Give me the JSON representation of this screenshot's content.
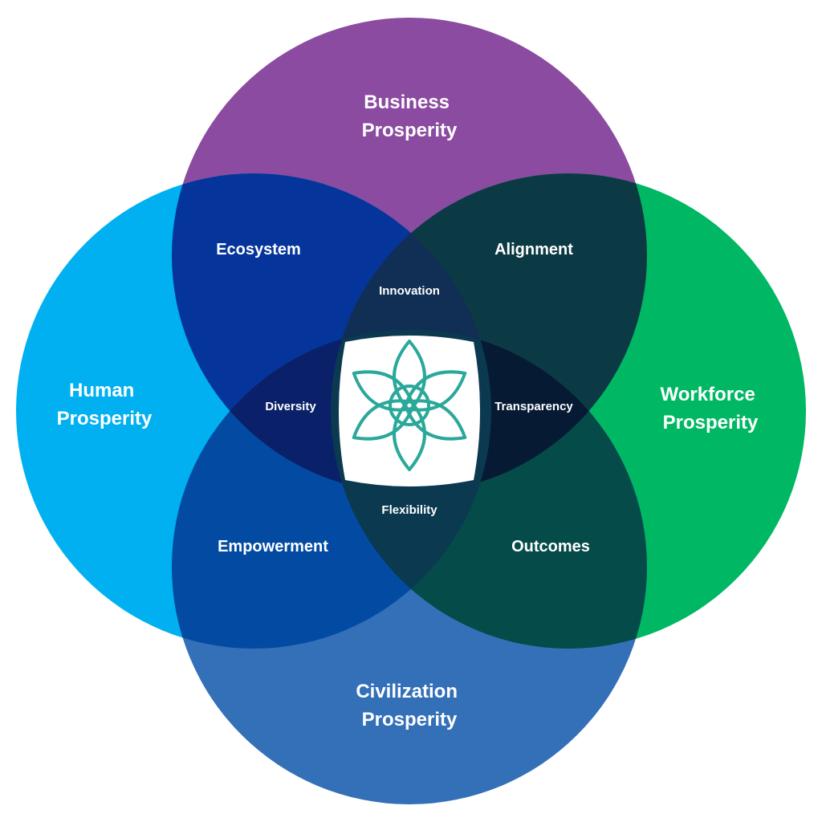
{
  "colors": {
    "business": "#8b4ba0",
    "human": "#00b0f0",
    "workforce": "#00b864",
    "civilization": "#3470b8",
    "ecosystem": "#05359a",
    "alignment": "#0c3a44",
    "empowerment": "#034ba2",
    "outcomes": "#054b4a",
    "innovation": "#112e54",
    "diversity": "#0a2069",
    "transparency": "#061a34",
    "flexibility": "#0b3950",
    "center_bg": "#ffffff",
    "logo": "#2aa89a"
  },
  "logo_icon": "lotus-icon",
  "circles": {
    "business": {
      "line1": "Business",
      "line2": "Prosperity"
    },
    "human": {
      "line1": "Human",
      "line2": "Prosperity"
    },
    "workforce": {
      "line1": "Workforce",
      "line2": "Prosperity"
    },
    "civilization": {
      "line1": "Civilization",
      "line2": "Prosperity"
    }
  },
  "pairs": {
    "ecosystem": "Ecosystem",
    "alignment": "Alignment",
    "empowerment": "Empowerment",
    "outcomes": "Outcomes"
  },
  "triples": {
    "innovation": "Innovation",
    "diversity": "Diversity",
    "transparency": "Transparency",
    "flexibility": "Flexibility"
  }
}
